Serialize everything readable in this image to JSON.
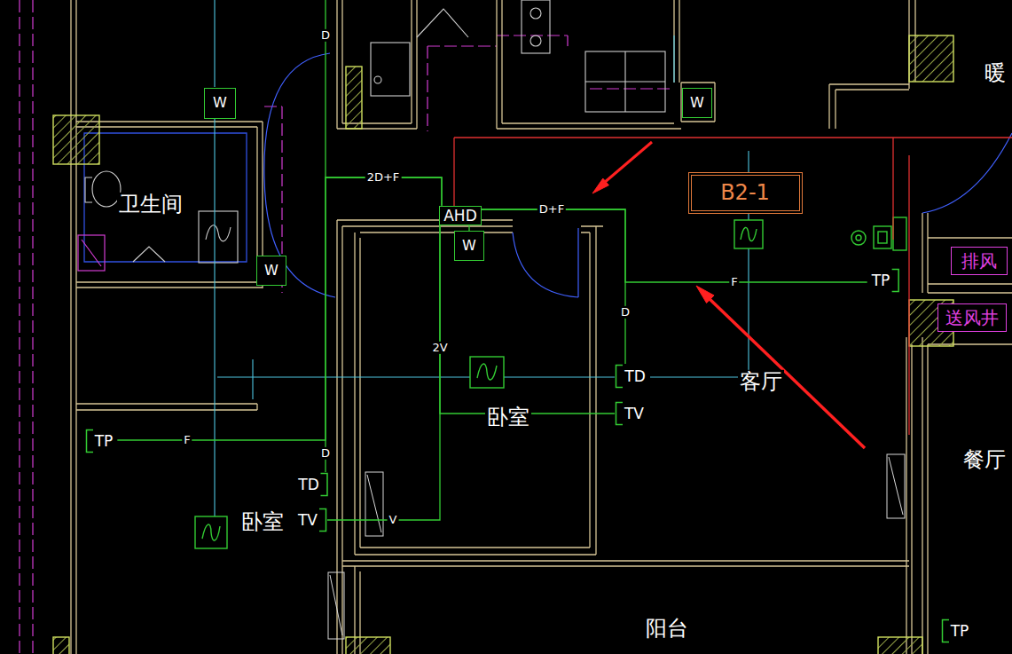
{
  "diagram": {
    "nodes": [
      {
        "text": [
          "W"
        ]
      },
      {
        "text": [
          "W"
        ]
      },
      {
        "text": [
          "B2-1"
        ]
      },
      {
        "text": [
          "AHD"
        ]
      },
      {
        "text": [
          "W"
        ]
      },
      {
        "text": [
          "排风"
        ]
      },
      {
        "text": [
          "W"
        ]
      },
      {
        "text": [
          "TP"
        ]
      },
      {
        "text": [
          "送风井"
        ]
      },
      {
        "text": [
          "TD"
        ]
      },
      {
        "text": [
          "TV"
        ]
      },
      {
        "text": [
          "TP"
        ]
      },
      {
        "text": [
          "TD"
        ]
      },
      {
        "text": [
          "TV"
        ]
      },
      {
        "text": [
          "TP"
        ]
      }
    ],
    "edges": [
      {
        "from": 3,
        "to": 9,
        "arrow": "none",
        "label": "D"
      },
      {
        "from": 3,
        "to": 7,
        "arrow": "none",
        "label": "F"
      },
      {
        "from": 3,
        "to": 10,
        "arrow": "none"
      },
      {
        "from": 3,
        "to": 13,
        "arrow": "none",
        "label": "V"
      },
      {
        "from": 3,
        "to": 12,
        "arrow": "none",
        "label": "D"
      },
      {
        "from": 3,
        "to": 11,
        "arrow": "none",
        "label": "F"
      }
    ],
    "labels": [
      "卫生间",
      "卧室",
      "卧室",
      "客厅",
      "餐厅",
      "阳台",
      "暖",
      "D",
      "2D+F",
      "D+F",
      "2V"
    ]
  }
}
